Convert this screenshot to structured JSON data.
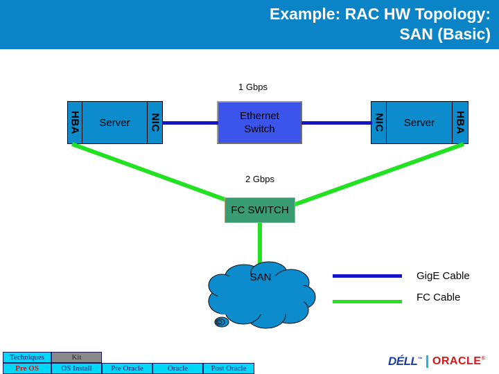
{
  "slide": {
    "title": "Example: RAC HW Topology:\nSAN (Basic)",
    "title_bg": "#0a84c6",
    "title_color": "#ffffff"
  },
  "diagram": {
    "gige_label": "1 Gbps",
    "fc_label": "2 Gbps",
    "left_server": {
      "hba_label": "HBA",
      "name_label": "Server",
      "nic_label": "NIC"
    },
    "right_server": {
      "nic_label": "NIC",
      "name_label": "Server",
      "hba_label": "HBA"
    },
    "ethernet_switch": {
      "line1": "Ethernet",
      "line2": "Switch",
      "fill": "#3b54ec"
    },
    "fc_switch": {
      "label": "FC SWITCH",
      "fill": "#399b72",
      "border": "#c0a878"
    },
    "san": {
      "label": "SAN",
      "fill": "#0c8ccc"
    },
    "colors": {
      "server_fill": "#0c8ccc",
      "gige_cable": "#1414c8",
      "fc_cable": "#22e022"
    }
  },
  "legend": {
    "items": [
      {
        "label": "GigE Cable",
        "color": "#1414c8"
      },
      {
        "label": "FC Cable",
        "color": "#22e022"
      }
    ]
  },
  "nav": {
    "top_row": [
      {
        "label": "Techniques",
        "state": "normal"
      },
      {
        "label": "Kit",
        "state": "disabled"
      }
    ],
    "bottom_row": [
      {
        "label": "Pre OS",
        "state": "active"
      },
      {
        "label": "OS Install",
        "state": "normal"
      },
      {
        "label": "Pre Oracle",
        "state": "normal"
      },
      {
        "label": "Oracle",
        "state": "normal"
      },
      {
        "label": "Post Oracle",
        "state": "normal"
      }
    ]
  },
  "branding": {
    "dell": "DÉLL",
    "dell_tm": "™",
    "oracle": "ORACLE",
    "oracle_tm": "®",
    "dell_color": "#1a3fa0",
    "oracle_color": "#d3171b",
    "divider_color": "#19b7e0"
  }
}
